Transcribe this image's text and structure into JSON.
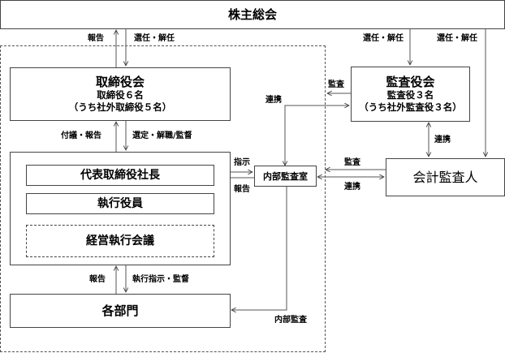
{
  "nodes": {
    "shareholders": {
      "title": "株主総会"
    },
    "board": {
      "title": "取締役会",
      "line1": "取締役６名",
      "line2": "（うち社外取締役５名）"
    },
    "president": {
      "title": "代表取締役社長"
    },
    "officers": {
      "title": "執行役員"
    },
    "mgmt_meeting": {
      "title": "経営執行会議"
    },
    "departments": {
      "title": "各部門"
    },
    "internal_audit": {
      "title": "内部監査室"
    },
    "auditors_board": {
      "title": "監査役会",
      "line1": "監査役３名",
      "line2": "（うち社外監査役３名）"
    },
    "accounting_auditor": {
      "title": "会計監査人"
    }
  },
  "edges": {
    "board_to_shareholders": "報告",
    "shareholders_to_board": "選任・解任",
    "shareholders_to_auditors": "選任・解任",
    "shareholders_to_accounting": "選任・解任",
    "exec_to_board": "付議・報告",
    "board_to_exec": "選定・解職/監督",
    "auditors_audit": "監査",
    "auditors_internal_link": "連携",
    "auditors_accounting_link": "連携",
    "president_to_internal": "指示",
    "internal_to_president": "報告",
    "accounting_audit": "監査",
    "accounting_internal_link": "連携",
    "depts_to_exec": "報告",
    "exec_to_depts": "執行指示・監督",
    "internal_to_depts": "内部監査"
  }
}
